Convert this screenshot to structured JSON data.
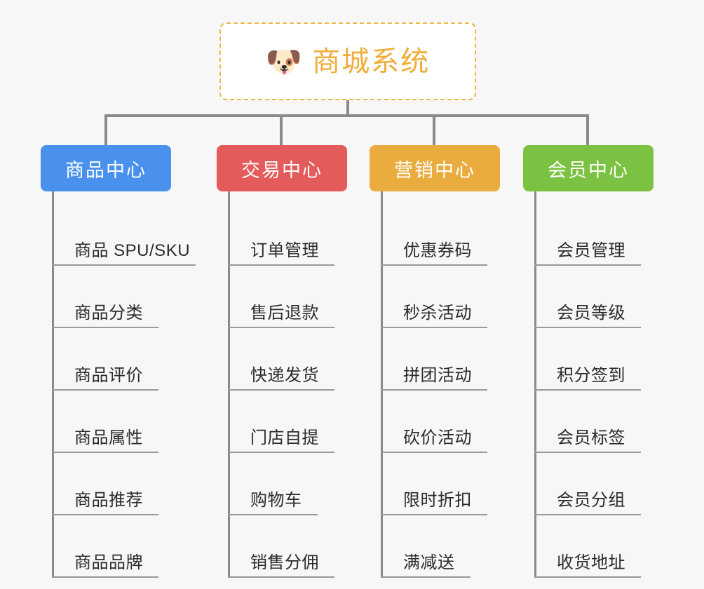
{
  "page": {
    "background_color": "#f7f7f7",
    "line_color": "#8a8a8a",
    "leaf_text_color": "#2b2b2b"
  },
  "root": {
    "icon": "dog-face-emoji",
    "emoji": "🐶",
    "title": "商城系统",
    "title_color": "#f0ad38",
    "border_color": "#f0b74a",
    "border_style": "dashed",
    "background_color": "#ffffff"
  },
  "columns": [
    {
      "id": "product-center",
      "title": "商品中心",
      "color": "#4a90ed",
      "items": [
        {
          "label": "商品 SPU/SKU",
          "underline_width": 205
        },
        {
          "label": "商品分类",
          "underline_width": 152
        },
        {
          "label": "商品评价",
          "underline_width": 152
        },
        {
          "label": "商品属性",
          "underline_width": 152
        },
        {
          "label": "商品推荐",
          "underline_width": 152
        },
        {
          "label": "商品品牌",
          "underline_width": 152
        }
      ]
    },
    {
      "id": "trade-center",
      "title": "交易中心",
      "color": "#e45b5b",
      "items": [
        {
          "label": "订单管理",
          "underline_width": 152
        },
        {
          "label": "售后退款",
          "underline_width": 152
        },
        {
          "label": "快递发货",
          "underline_width": 152
        },
        {
          "label": "门店自提",
          "underline_width": 152
        },
        {
          "label": "购物车",
          "underline_width": 128
        },
        {
          "label": "销售分佣",
          "underline_width": 152
        }
      ]
    },
    {
      "id": "marketing-center",
      "title": "营销中心",
      "color": "#eaac3f",
      "items": [
        {
          "label": "优惠券码",
          "underline_width": 152
        },
        {
          "label": "秒杀活动",
          "underline_width": 152
        },
        {
          "label": "拼团活动",
          "underline_width": 152
        },
        {
          "label": "砍价活动",
          "underline_width": 152
        },
        {
          "label": "限时折扣",
          "underline_width": 152
        },
        {
          "label": "满减送",
          "underline_width": 128
        }
      ]
    },
    {
      "id": "member-center",
      "title": "会员中心",
      "color": "#7cc242",
      "items": [
        {
          "label": "会员管理",
          "underline_width": 152
        },
        {
          "label": "会员等级",
          "underline_width": 152
        },
        {
          "label": "积分签到",
          "underline_width": 152
        },
        {
          "label": "会员标签",
          "underline_width": 152
        },
        {
          "label": "会员分组",
          "underline_width": 152
        },
        {
          "label": "收货地址",
          "underline_width": 152
        }
      ]
    }
  ]
}
